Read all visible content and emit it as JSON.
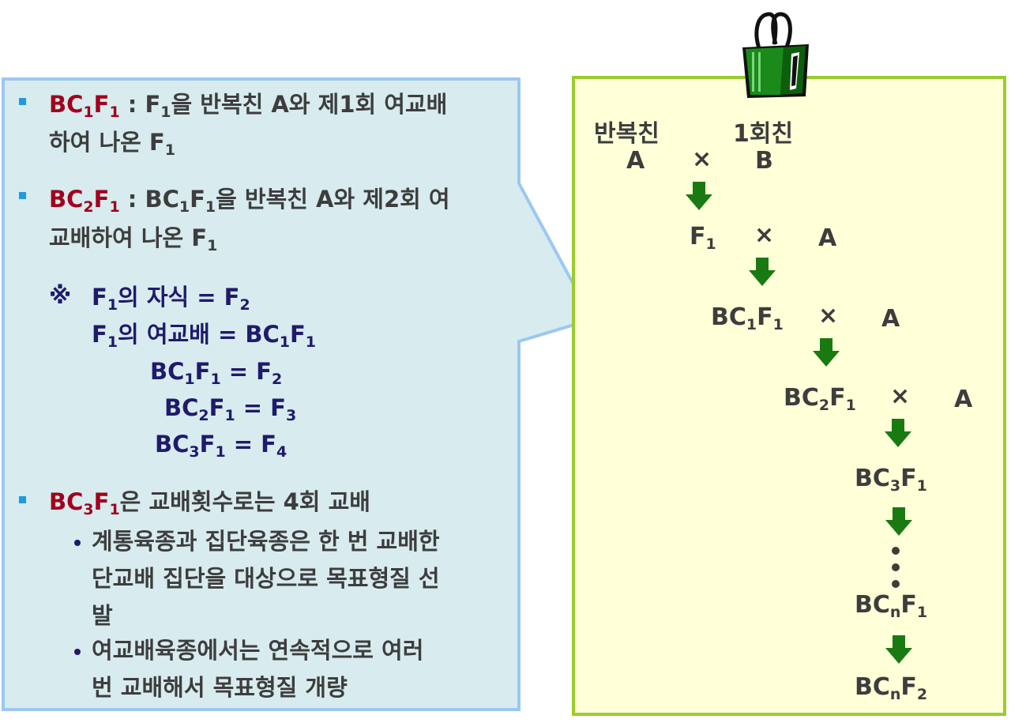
{
  "left": {
    "b1": {
      "term_main": "BC",
      "term_sub1": "1",
      "term_f": "F",
      "term_sub2": "1",
      "colon": " : ",
      "rest1a": "F",
      "rest1sub": "1",
      "rest1b": "을 반복친 A와 제1회 여교배",
      "line2a": "하여 나온 F",
      "line2sub": "1"
    },
    "b2": {
      "term_main": "BC",
      "term_sub1": "2",
      "term_f": "F",
      "term_sub2": "1",
      "colon": " : ",
      "rest1a": "BC",
      "rest1sub1": "1",
      "rest1f": "F",
      "rest1sub2": "1",
      "rest1b": "을 반복친 A와 제2회 여",
      "line2a": "교배하여 나온 F",
      "line2sub": "1"
    },
    "note": {
      "mark": "※",
      "l1a": "F",
      "l1s": "1",
      "l1b": "의 자식 = F",
      "l1s2": "2",
      "l2a": "F",
      "l2s": "1",
      "l2b": "의 여교배 = BC",
      "l2s2": "1",
      "l2c": "F",
      "l2s3": "1",
      "l3a": "BC",
      "l3s": "1",
      "l3b": "F",
      "l3s2": "1",
      "l3c": " = F",
      "l3s3": "2",
      "l4a": "BC",
      "l4s": "2",
      "l4b": "F",
      "l4s2": "1",
      "l4c": " = F",
      "l4s3": "3",
      "l5a": "BC",
      "l5s": "3",
      "l5b": "F",
      "l5s2": "1",
      "l5c": " = F",
      "l5s3": "4"
    },
    "b3": {
      "term_main": "BC",
      "term_sub1": "3",
      "term_f": "F",
      "term_sub2": "1",
      "rest": "은 교배횟수로는 4회 교배"
    },
    "sub1": {
      "l1": "계통육종과 집단육종은 한 번 교배한",
      "l2": "단교배 집단을 대상으로 목표형질 선",
      "l3": "발"
    },
    "sub2": {
      "l1": "여교배육종에서는 연속적으로 여러",
      "l2": "번 교배해서 목표형질 개량"
    }
  },
  "right": {
    "recurrent_parent": "반복친",
    "first_parent": "1회친",
    "a": "A",
    "x": "×",
    "b": "B",
    "f1": "F",
    "f1s": "1",
    "bc1": "BC",
    "bc1s": "1",
    "bc1f": "F",
    "bc1fs": "1",
    "bc2": "BC",
    "bc2s": "2",
    "bc2f": "F",
    "bc2fs": "1",
    "bc3": "BC",
    "bc3s": "3",
    "bc3f": "F",
    "bc3fs": "1",
    "bcn": "BC",
    "bcns": "n",
    "bcnf": "F",
    "bcnfs": "1",
    "bcn2": "BC",
    "bcn2s": "n",
    "bcn2f": "F",
    "bcn2fs": "2"
  },
  "colors": {
    "term_red": "#a0001e",
    "navy": "#1f1a6b",
    "arrow_green": "#1a7a12",
    "callout_fill": "#d8ebee",
    "callout_border": "#9cc8f2",
    "box_fill": "#ffffd8",
    "box_border": "#9acc2e"
  },
  "icons": [
    "binder-clip-icon",
    "down-arrow-icon"
  ]
}
